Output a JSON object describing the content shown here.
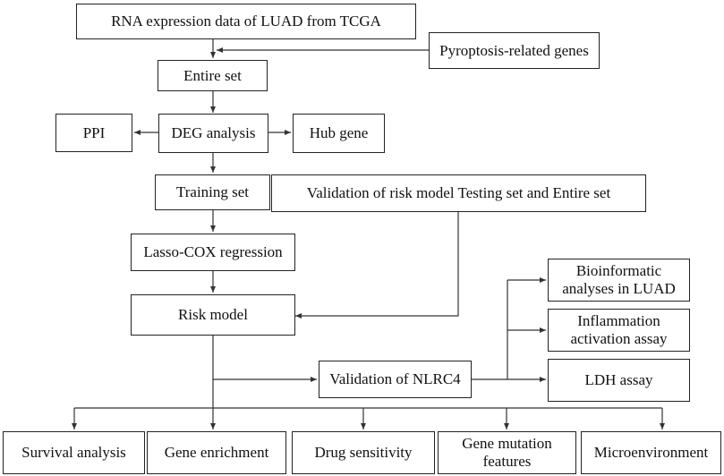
{
  "nodes": {
    "rna": "RNA expression data of LUAD from TCGA",
    "pyro": "Pyroptosis-related genes",
    "entire": "Entire set",
    "ppi": "PPI",
    "deg": "DEG analysis",
    "hub": "Hub gene",
    "train": "Training set",
    "valid": "Validation of risk model Testing set and Entire set",
    "lasso": "Lasso-COX regression",
    "risk": "Risk model",
    "bioinf": "Bioinformatic analyses in LUAD",
    "inflam": "Inflammation activation assay",
    "nlrc4": "Validation of NLRC4",
    "ldh": "LDH assay",
    "surv": "Survival analysis",
    "gene_enrich": "Gene enrichment",
    "drug": "Drug sensitivity",
    "mutation": "Gene mutation features",
    "micro": "Microenvironment"
  },
  "colors": {
    "line": "#333333",
    "border": "#222222",
    "text": "#111111"
  }
}
